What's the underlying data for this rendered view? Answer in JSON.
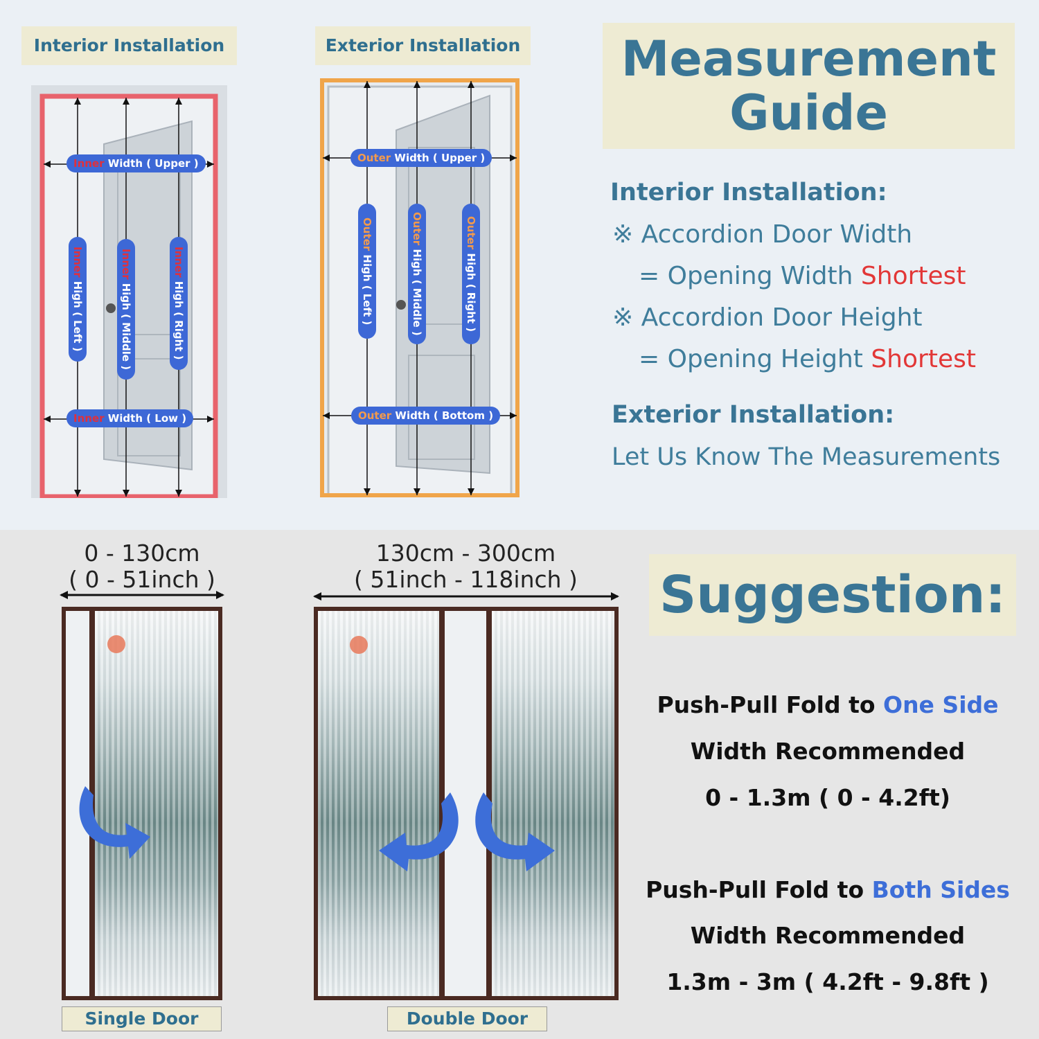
{
  "tags": {
    "interior": "Interior Installation",
    "exterior": "Exterior Installation"
  },
  "guide": {
    "title_line1": "Measurement",
    "title_line2": "Guide",
    "interior_heading": "Interior Installation:",
    "width_line": "※ Accordion Door Width",
    "width_eq": "= Opening Width ",
    "width_eq_accent": "Shortest",
    "height_line": "※ Accordion Door Height",
    "height_eq": "= Opening Height ",
    "height_eq_accent": "Shortest",
    "exterior_heading": "Exterior Installation:",
    "exterior_text": "Let Us Know The Measurements"
  },
  "interior_labels": {
    "prefix": "Inner",
    "width_upper": " Width ( Upper )",
    "width_low": " Width ( Low )",
    "high_left": " High ( Left )",
    "high_middle": " High ( Middle )",
    "high_right": " High ( Right )"
  },
  "exterior_labels": {
    "prefix": "Outer",
    "width_upper": " Width ( Upper )",
    "width_bottom": " Width ( Bottom )",
    "high_left": " High ( Left )",
    "high_middle": " High ( Middle )",
    "high_right": " High ( Right )"
  },
  "single": {
    "dim_cm": "0 - 130cm",
    "dim_inch": "( 0 - 51inch )",
    "label": "Single Door"
  },
  "double": {
    "dim_cm": "130cm - 300cm",
    "dim_inch": "( 51inch - 118inch )",
    "label": "Double Door"
  },
  "suggestion": {
    "title": "Suggestion:",
    "one_prefix": "Push-Pull Fold to ",
    "one_accent": "One Side",
    "one_rec": "Width Recommended",
    "one_range": "0 - 1.3m ( 0 - 4.2ft)",
    "both_prefix": "Push-Pull Fold to ",
    "both_accent": "Both Sides",
    "both_rec": "Width Recommended",
    "both_range": "1.3m - 3m ( 4.2ft - 9.8ft )"
  },
  "colors": {
    "interior_frame": "#e8636c",
    "exterior_frame": "#f0a54a",
    "pill": "#3d68d6",
    "arrow": "#3d6ed8"
  }
}
